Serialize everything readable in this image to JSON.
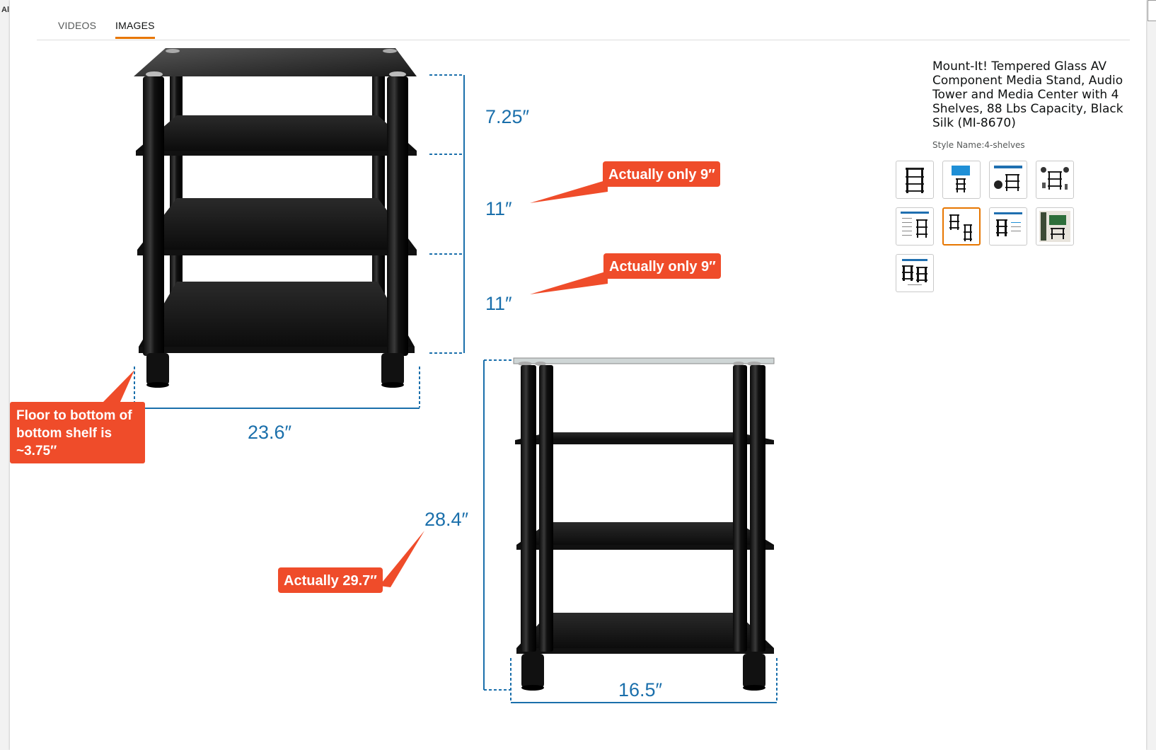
{
  "edge": {
    "label": "Al"
  },
  "tabs": {
    "videos_label": "VIDEOS",
    "images_label": "IMAGES",
    "active": "IMAGES"
  },
  "product": {
    "title": "Mount-It! Tempered Glass AV Component Media Stand, Audio Tower and Media Center with 4 Shelves, 88 Lbs Capacity, Black Silk (MI-8670)",
    "style_label": "Style Name:",
    "style_value": "4-shelves"
  },
  "thumbnails": [
    {
      "icon": "rack-front-thumb",
      "selected": false
    },
    {
      "icon": "rack-tv-thumb",
      "selected": false
    },
    {
      "icon": "rack-speakers-thumb",
      "selected": false
    },
    {
      "icon": "rack-accessories-thumb",
      "selected": false
    },
    {
      "icon": "rack-spec-sheet-thumb",
      "selected": false
    },
    {
      "icon": "rack-dimensions-thumb",
      "selected": true
    },
    {
      "icon": "rack-features-thumb",
      "selected": false
    },
    {
      "icon": "rack-living-room-thumb",
      "selected": false
    },
    {
      "icon": "rack-pair-thumb",
      "selected": false
    }
  ],
  "image": {
    "dimension_labels": {
      "shelf_gap_top": "7.25″",
      "shelf_gap_middle": "11″",
      "shelf_gap_bottom": "11″",
      "width": "23.6″",
      "height": "28.4″",
      "depth": "16.5″"
    },
    "callouts": {
      "middle_gap": "Actually only 9″",
      "bottom_gap": "Actually only 9″",
      "floor_line1": "Floor to bottom of",
      "floor_line2": "bottom shelf is",
      "floor_line3": "~3.75″",
      "height": "Actually 29.7″"
    }
  },
  "colors": {
    "accent": "#e77600",
    "callout": "#ef4c2a",
    "dimension": "#1a6fab"
  }
}
